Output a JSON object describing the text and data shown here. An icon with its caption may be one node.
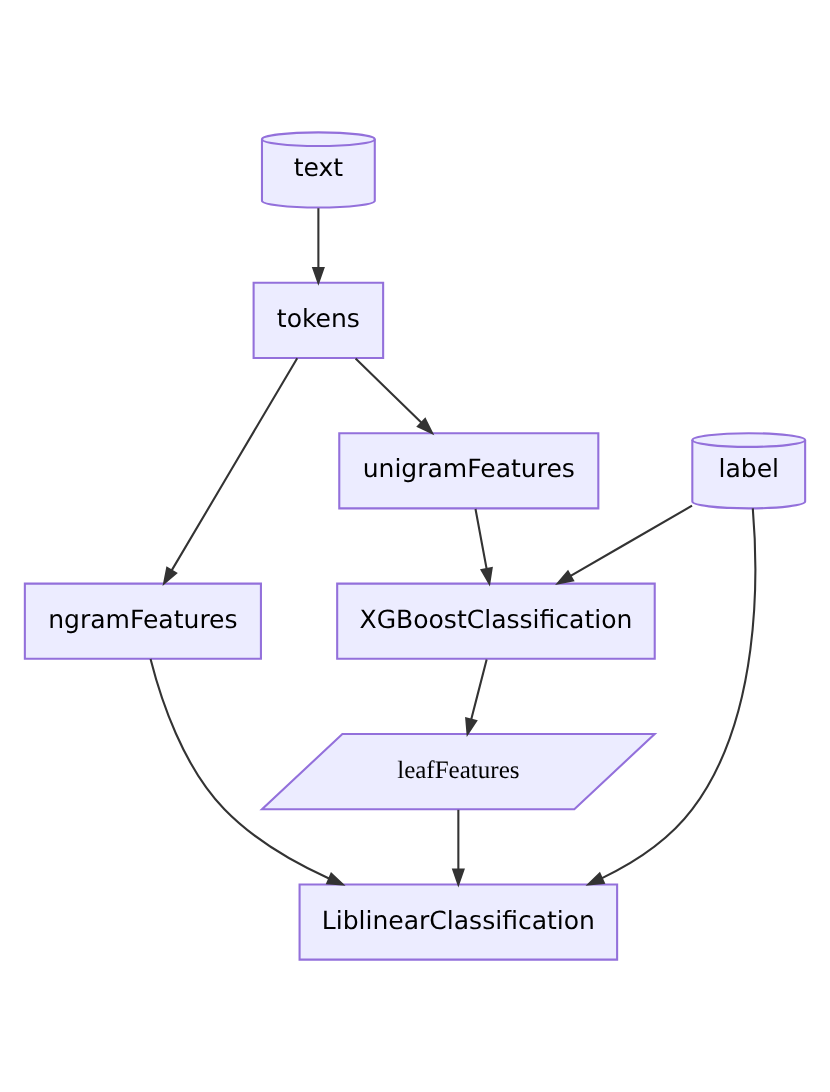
{
  "diagram": {
    "nodes": [
      {
        "text": [
          "text"
        ]
      },
      {
        "text": [
          "tokens"
        ]
      },
      {
        "text": [
          "label"
        ]
      },
      {
        "text": [
          "unigramFeatures"
        ]
      },
      {
        "text": [
          "XGBoostClassification"
        ]
      },
      {
        "text": [
          "ngramFeatures"
        ]
      },
      {
        "text": [
          "leafFeatures"
        ]
      },
      {
        "text": [
          "LiblinearClassification"
        ]
      }
    ],
    "edges": [
      {
        "from": 0,
        "to": 1,
        "arrow": "to"
      },
      {
        "from": 1,
        "to": 5,
        "arrow": "to"
      },
      {
        "from": 1,
        "to": 3,
        "arrow": "to"
      },
      {
        "from": 3,
        "to": 4,
        "arrow": "to"
      },
      {
        "from": 2,
        "to": 4,
        "arrow": "to"
      },
      {
        "from": 4,
        "to": 6,
        "arrow": "to"
      },
      {
        "from": 5,
        "to": 7,
        "arrow": "to"
      },
      {
        "from": 2,
        "to": 7,
        "arrow": "to"
      },
      {
        "from": 6,
        "to": 7,
        "arrow": "to"
      }
    ]
  }
}
